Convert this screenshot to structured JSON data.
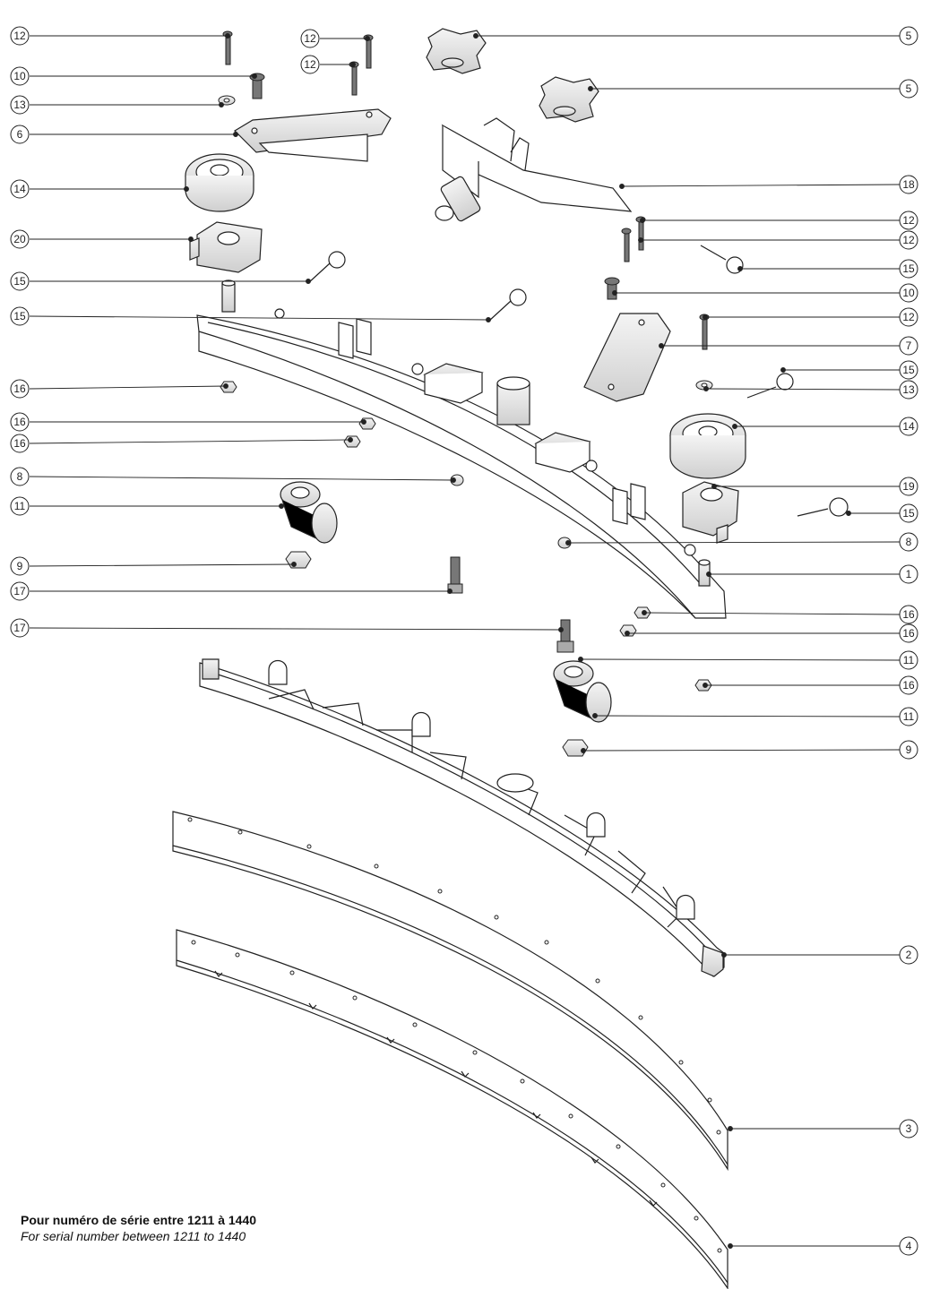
{
  "callouts": {
    "left": [
      {
        "label": "12"
      },
      {
        "label": "12"
      },
      {
        "label": "12"
      },
      {
        "label": "10"
      },
      {
        "label": "13"
      },
      {
        "label": "6"
      },
      {
        "label": "14"
      },
      {
        "label": "20"
      },
      {
        "label": "15"
      },
      {
        "label": "15"
      },
      {
        "label": "16"
      },
      {
        "label": "16"
      },
      {
        "label": "16"
      },
      {
        "label": "8"
      },
      {
        "label": "11"
      },
      {
        "label": "9"
      },
      {
        "label": "17"
      },
      {
        "label": "17"
      }
    ],
    "right": [
      {
        "label": "5"
      },
      {
        "label": "5"
      },
      {
        "label": "18"
      },
      {
        "label": "12"
      },
      {
        "label": "12"
      },
      {
        "label": "15"
      },
      {
        "label": "10"
      },
      {
        "label": "12"
      },
      {
        "label": "7"
      },
      {
        "label": "15"
      },
      {
        "label": "13"
      },
      {
        "label": "14"
      },
      {
        "label": "19"
      },
      {
        "label": "15"
      },
      {
        "label": "8"
      },
      {
        "label": "1"
      },
      {
        "label": "16"
      },
      {
        "label": "16"
      },
      {
        "label": "11"
      },
      {
        "label": "16"
      },
      {
        "label": "11"
      },
      {
        "label": "9"
      },
      {
        "label": "2"
      },
      {
        "label": "3"
      },
      {
        "label": "4"
      }
    ]
  },
  "note": {
    "fr": "Pour numéro de série entre 1211 à 1440",
    "en": "For serial number between 1211 to 1440"
  }
}
